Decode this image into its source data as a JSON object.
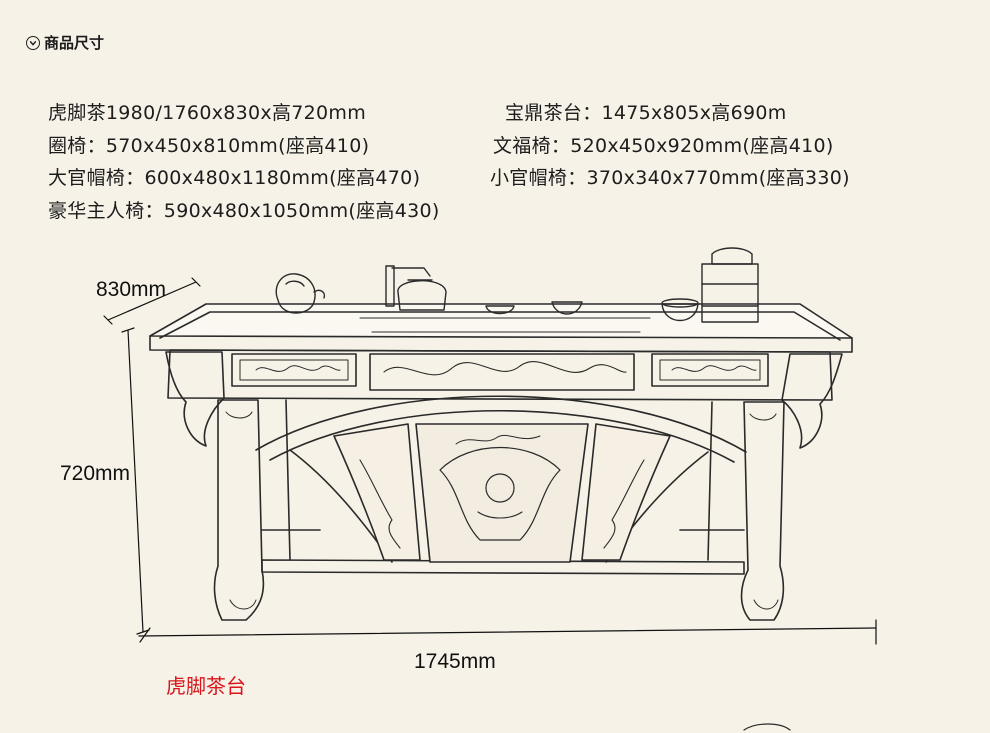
{
  "section": {
    "title": "商品尺寸",
    "icon": "chevron-down-circle-icon"
  },
  "specs": [
    "虎脚茶1980/1760x830x高720mm",
    "宝鼎茶台：1475x805x高690m",
    "圈椅：570x450x810mm(座高410)",
    "文福椅：520x450x920mm(座高410)",
    "大官帽椅：600x480x1180mm(座高470)",
    "小官帽椅：370x340x770mm(座高330)",
    "豪华主人椅：590x480x1050mm(座高430)"
  ],
  "dimensions": {
    "depth": "830mm",
    "height": "720mm",
    "width": "1745mm"
  },
  "caption": "虎脚茶台",
  "colors": {
    "background": "#f7f2e8",
    "caption": "#d8161b",
    "ink": "#1a1a1a"
  }
}
